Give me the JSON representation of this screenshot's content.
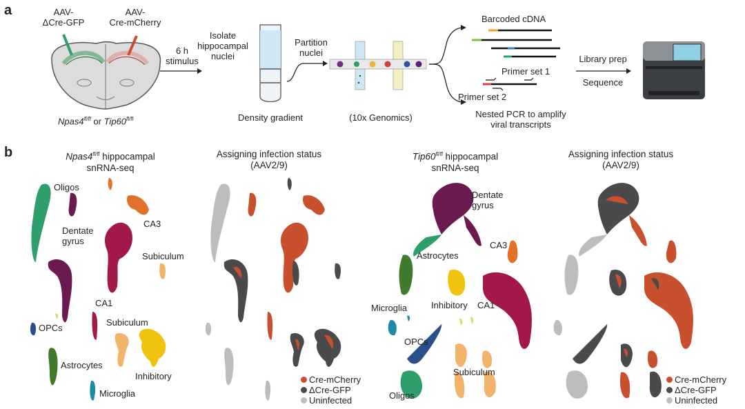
{
  "panel_a": {
    "letter": "a",
    "virus1": "AAV-\nΔCre-GFP",
    "virus2": "AAV-\nCre-mCherry",
    "genotype_line": "Npas4fl/fl or Tip60fl/fl",
    "genotype_parts": [
      "Npas4",
      "fl/fl",
      " or ",
      "Tip60",
      "fl/fl"
    ],
    "stimulus": "6 h\nstimulus",
    "isolate": "Isolate\nhippocampal\nnuclei",
    "density": "Density gradient",
    "partition": "Partition\nnuclei",
    "genomics": "(10x Genomics)",
    "barcoded": "Barcoded cDNA",
    "primer1": "Primer set 1",
    "primer2": "Primer set 2",
    "nested": "Nested PCR to amplify\nviral transcripts",
    "library": "Library prep",
    "sequence": "Sequence"
  },
  "panel_b": {
    "letter": "b",
    "plot1_title_gene": "Npas4",
    "plot1_title_sup": "fl/fl",
    "plot1_title_rest": " hippocampal\nsnRNA-seq",
    "plot2_title": "Assigning infection status\n(AAV2/9)",
    "plot3_title_gene": "Tip60",
    "plot3_title_sup": "fl/fl",
    "plot3_title_rest": " hippocampal\nsnRNA-seq",
    "plot4_title": "Assigning infection status\n(AAV2/9)",
    "plot1_labels": [
      "Oligos",
      "CA3",
      "Dentate\ngyrus",
      "Subiculum",
      "CA1",
      "OPCs",
      "Subiculum",
      "Astrocytes",
      "Inhibitory",
      "Microglia"
    ],
    "plot3_labels": [
      "Dentate\ngyrus",
      "CA3",
      "Astrocytes",
      "Microglia",
      "Inhibitory",
      "CA1",
      "OPCs",
      "Subiculum",
      "Oligos"
    ],
    "legend": [
      {
        "label": "Cre-mCherry",
        "color": "#c8502f"
      },
      {
        "label": "ΔCre-GFP",
        "color": "#4a4a4a"
      },
      {
        "label": "Uninfected",
        "color": "#bdbdbd"
      }
    ]
  },
  "colors": {
    "oligo": "#2e9e6b",
    "dentate": "#6b1a4f",
    "ca3": "#e0722a",
    "ca1": "#a3184a",
    "subiculum": "#f2b36a",
    "inhibitory": "#f1c30f",
    "astro": "#3f7a2e",
    "opc": "#2a4f8a",
    "microglia": "#1f8aa6",
    "cre": "#c8502f",
    "dcre": "#4a4a4a",
    "unin": "#bdbdbd"
  }
}
